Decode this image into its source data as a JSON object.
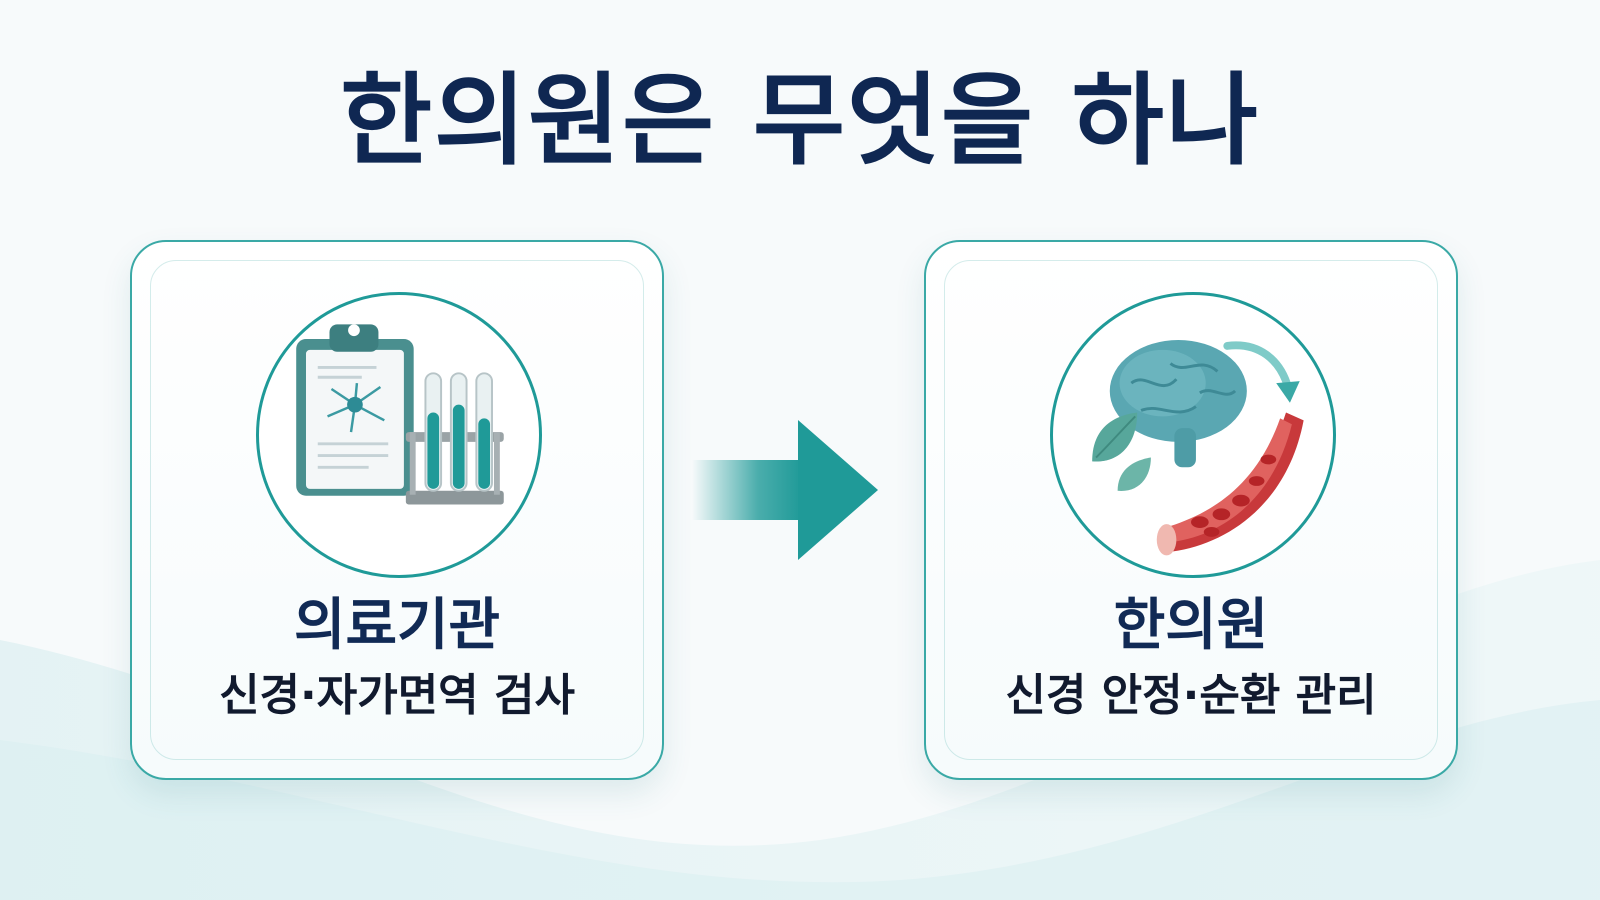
{
  "title": "한의원은 무엇을 하나",
  "colors": {
    "title": "#0f2752",
    "accent": "#1f9a98",
    "text": "#111a2e"
  },
  "cards": [
    {
      "title": "의료기관",
      "subtitle": "신경·자가면역 검사",
      "icon": "clipboard-test-tubes-icon"
    },
    {
      "title": "한의원",
      "subtitle": "신경 안정·순환 관리",
      "icon": "brain-blood-vessel-icon"
    }
  ],
  "connector": {
    "icon": "arrow-right-icon"
  }
}
